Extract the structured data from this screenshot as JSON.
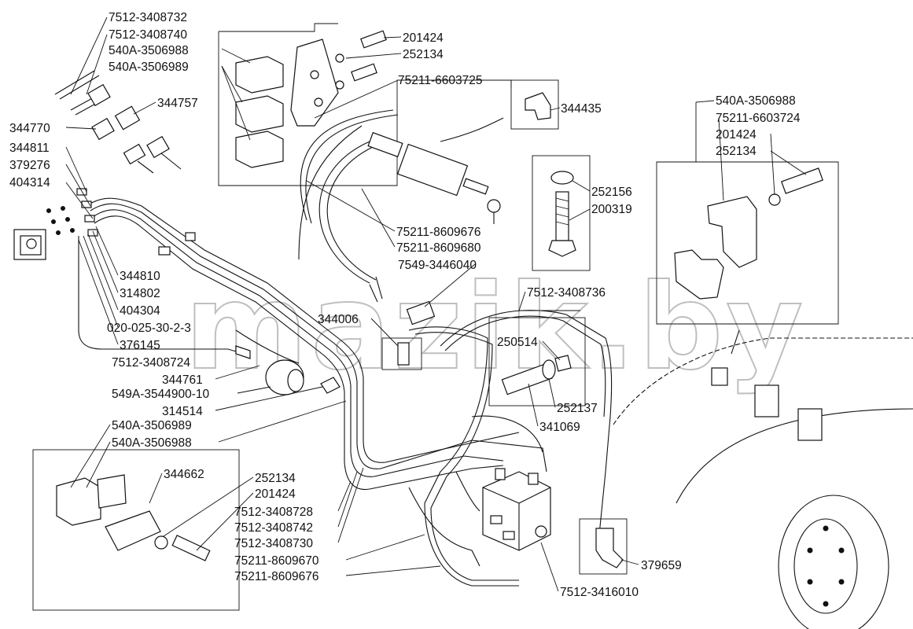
{
  "watermark": "mazik.by",
  "labels": {
    "p7512_3408732": "7512-3408732",
    "p7512_3408740": "7512-3408740",
    "p540A_3506988_a": "540A-3506988",
    "p540A_3506989_a": "540A-3506989",
    "p344757": "344757",
    "p344770": "344770",
    "p344811": "344811",
    "p379276": "379276",
    "p404314": "404314",
    "p201424_a": "201424",
    "p252134_a": "252134",
    "p75211_6603725": "75211-6603725",
    "p344435": "344435",
    "p540A_3506988_b": "540A-3506988",
    "p75211_6603724": "75211-6603724",
    "p201424_b": "201424",
    "p252134_b": "252134",
    "p252156": "252156",
    "p200319": "200319",
    "p75211_8609676_a": "75211-8609676",
    "p75211_8609680": "75211-8609680",
    "p7549_3446040": "7549-3446040",
    "p7512_3408736": "7512-3408736",
    "p344810": "344810",
    "p314802": "314802",
    "p404304": "404304",
    "p020_025": "020-025-30-2-3",
    "p376145": "376145",
    "p344006": "344006",
    "p250514": "250514",
    "p7512_3408724": "7512-3408724",
    "p344761": "344761",
    "p549A_3544900": "549A-3544900-10",
    "p314514": "314514",
    "p252137": "252137",
    "p341069": "341069",
    "p540A_3506989_c": "540A-3506989",
    "p540A_3506988_c": "540A-3506988",
    "p344662": "344662",
    "p252134_c": "252134",
    "p201424_c": "201424",
    "p7512_3408728": "7512-3408728",
    "p7512_3408742": "7512-3408742",
    "p7512_3408730": "7512-3408730",
    "p75211_8609670": "75211-8609670",
    "p75211_8609676_b": "75211-8609676",
    "p379659": "379659",
    "p7512_3416010": "7512-3416010"
  }
}
